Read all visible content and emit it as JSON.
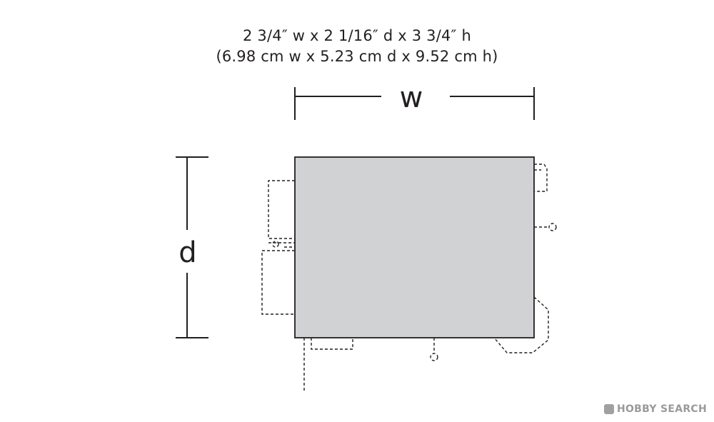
{
  "dimensions": {
    "imperial": "2 3/4″ w x 2 1/16″ d x 3 3/4″ h",
    "metric": "(6.98 cm w x 5.23 cm d x 9.52 cm h)"
  },
  "labels": {
    "width": "w",
    "depth": "d"
  },
  "colors": {
    "body_fill": "#d1d2d4",
    "line": "#231f20",
    "watermark": "#9a9a9a"
  },
  "watermark": {
    "text": "HOBBY SEARCH"
  }
}
